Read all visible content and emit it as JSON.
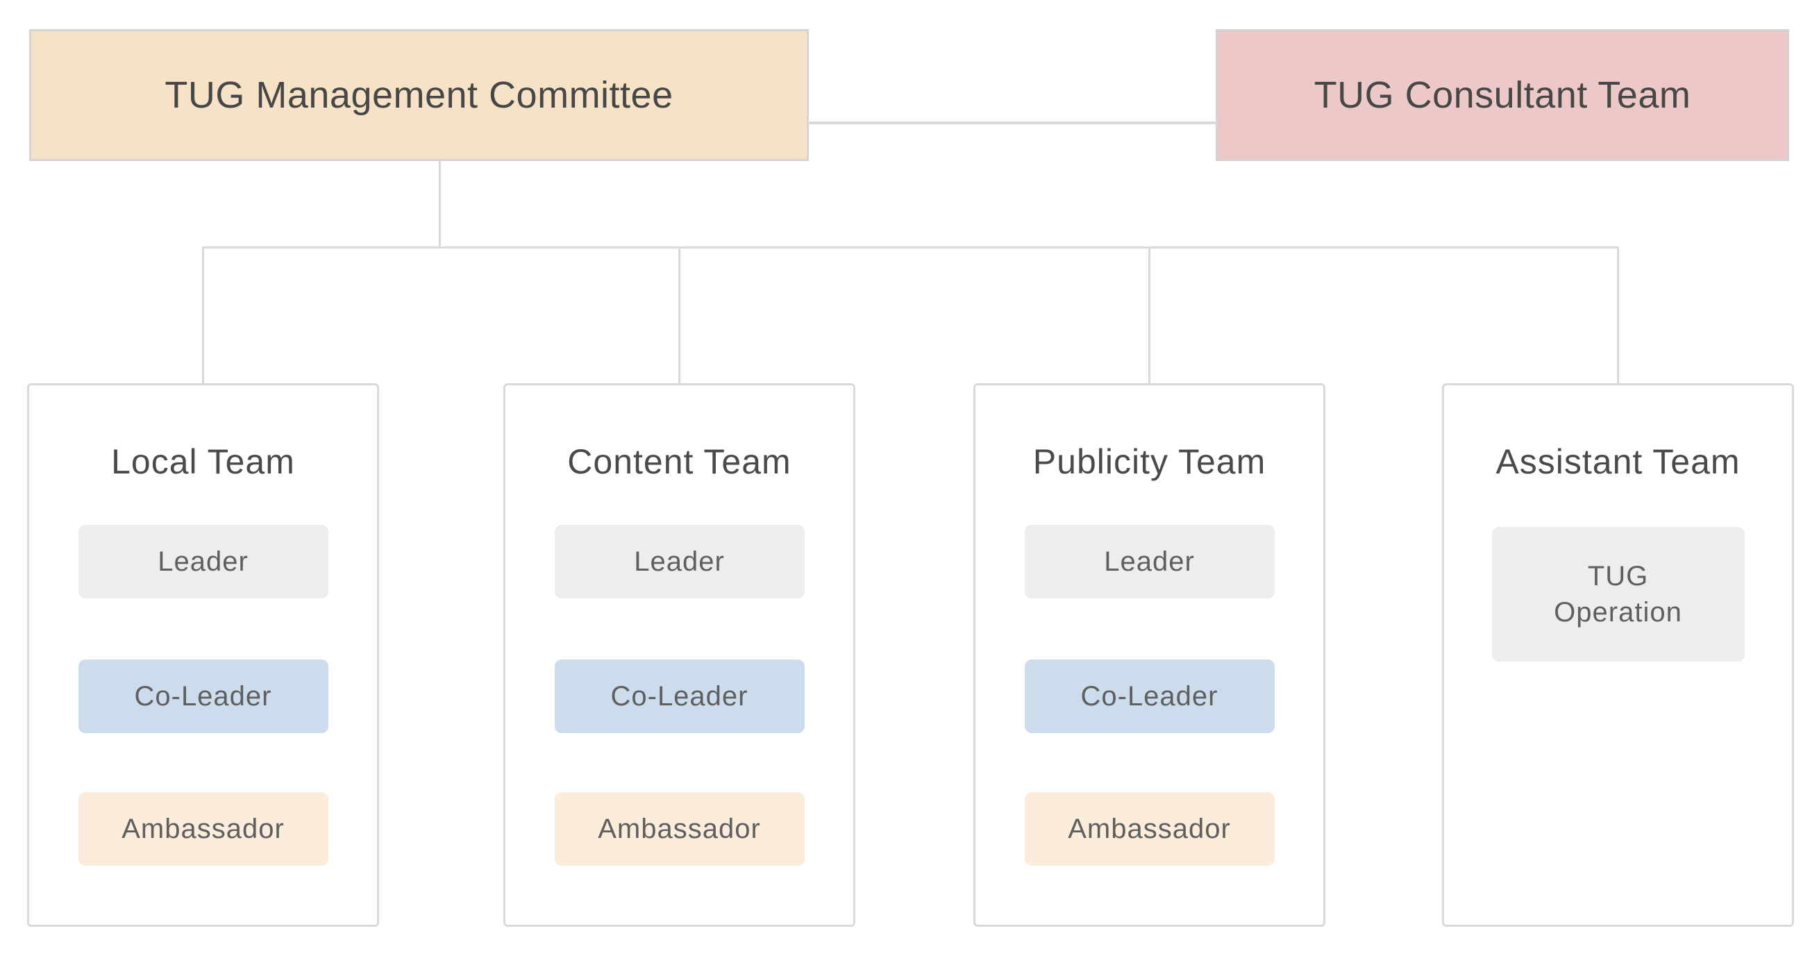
{
  "colors": {
    "management_bg": "#f6e3c7",
    "consultant_bg": "#ecc9c8",
    "leader_bg": "#ededed",
    "co_leader_bg": "#cddcec",
    "ambassador_bg": "#fbecdc",
    "operation_bg": "#ededed",
    "connector": "#d9d9d9",
    "node_border": "#d5d5d5",
    "heading_text": "#4a4a4a",
    "pill_text": "#5f5f5f"
  },
  "org_chart": {
    "root": {
      "label": "TUG Management Committee"
    },
    "consultant": {
      "label": "TUG Consultant Team"
    },
    "teams": [
      {
        "name": "Local Team",
        "roles": [
          "Leader",
          "Co-Leader",
          "Ambassador"
        ]
      },
      {
        "name": "Content Team",
        "roles": [
          "Leader",
          "Co-Leader",
          "Ambassador"
        ]
      },
      {
        "name": "Publicity Team",
        "roles": [
          "Leader",
          "Co-Leader",
          "Ambassador"
        ]
      },
      {
        "name": "Assistant Team",
        "roles": [
          "TUG Operation"
        ]
      }
    ]
  }
}
